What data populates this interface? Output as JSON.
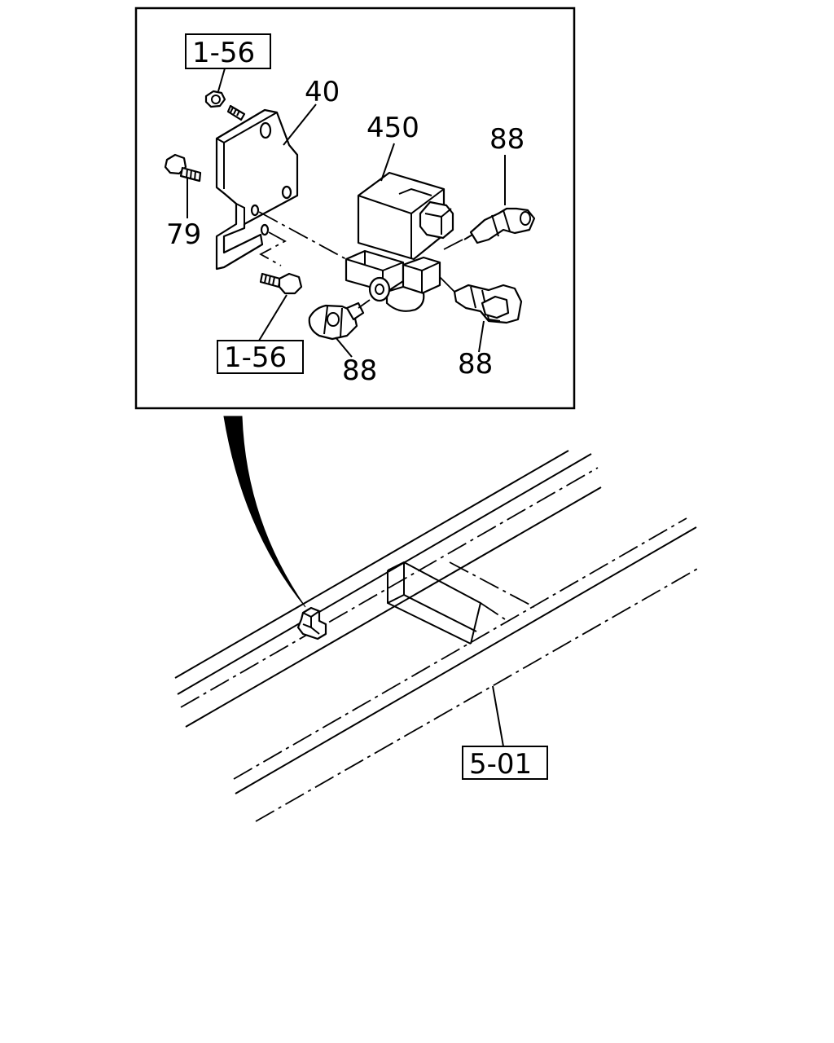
{
  "callouts": {
    "bracket": "40",
    "valve": "450",
    "bolt": "79",
    "fitting_top_right": "88",
    "fitting_bottom_left": "88",
    "fitting_bottom_right": "88"
  },
  "references": {
    "nut_ref": "1-56",
    "bolt_ref": "1-56",
    "frame_ref": "5-01"
  }
}
